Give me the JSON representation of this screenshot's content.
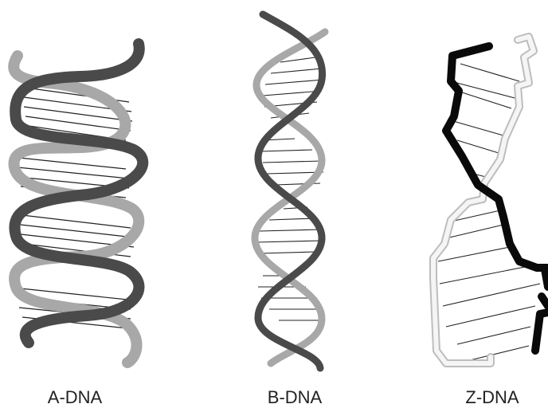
{
  "figure": {
    "labels": {
      "a_dna": "A-DNA",
      "b_dna": "B-DNA",
      "z_dna": "Z-DNA"
    },
    "colors": {
      "strand_dark": "#4a4a4a",
      "strand_light": "#a8a8a8",
      "z_strand_dark": "#0a0a0a",
      "z_strand_light": "#e6e6e6",
      "base_pair_line": "#222222"
    },
    "icons": [
      "a-dna-helix-icon",
      "b-dna-helix-icon",
      "z-dna-helix-icon"
    ]
  }
}
